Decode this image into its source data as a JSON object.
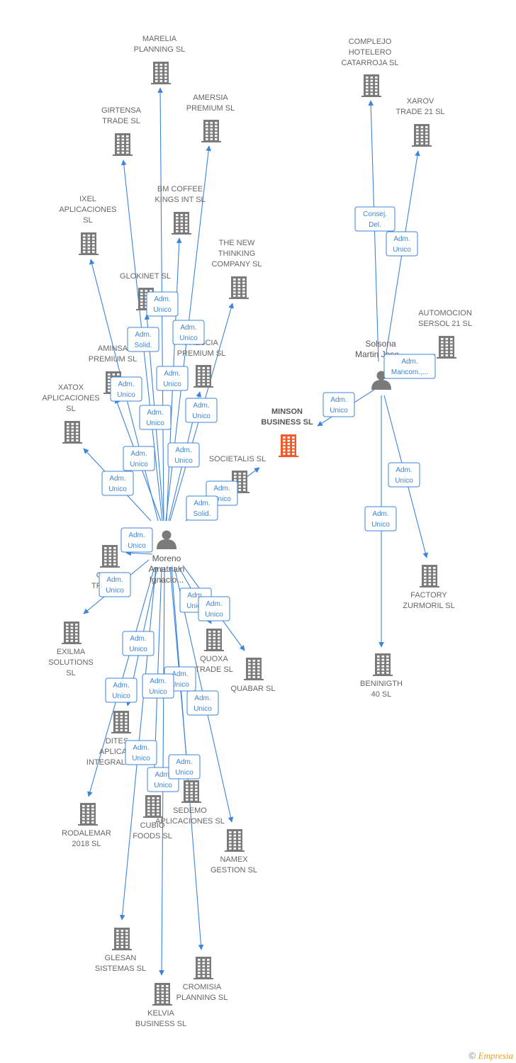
{
  "persons": [
    {
      "id": "moreno",
      "label": [
        "Moreno",
        "Amatriain",
        "Ignacio..."
      ]
    },
    {
      "id": "solsona",
      "label": [
        "Solsona",
        "Martin Jose..."
      ]
    }
  ],
  "companies": [
    {
      "id": "marelia",
      "label": [
        "MARELIA",
        "PLANNING SL"
      ]
    },
    {
      "id": "amersia",
      "label": [
        "AMERSIA",
        "PREMIUM SL"
      ]
    },
    {
      "id": "girtensa",
      "label": [
        "GIRTENSA",
        "TRADE SL"
      ]
    },
    {
      "id": "bmcoffee",
      "label": [
        "BM COFFEE",
        "KINGS INT SL"
      ]
    },
    {
      "id": "ixel",
      "label": [
        "IXEL",
        "APLICACIONES",
        "SL"
      ]
    },
    {
      "id": "thenew",
      "label": [
        "THE NEW",
        "THINKING",
        "COMPANY SL"
      ]
    },
    {
      "id": "glokinet",
      "label": [
        "GLOKINET SL"
      ]
    },
    {
      "id": "fresca",
      "label": [
        "FRESCIA",
        "PREMIUM SL"
      ]
    },
    {
      "id": "aminsa",
      "label": [
        "AMINSA",
        "PREMIUM SL"
      ]
    },
    {
      "id": "xatox",
      "label": [
        "XATOX",
        "APLICACIONES",
        "SL"
      ]
    },
    {
      "id": "societalis",
      "label": [
        "SOCIETALIS SL"
      ]
    },
    {
      "id": "minson",
      "label": [
        "MINSON",
        "BUSINESS SL"
      ],
      "focus": true
    },
    {
      "id": "complejo",
      "label": [
        "COMPLEJO",
        "HOTELERO",
        "CATARROJA SL"
      ]
    },
    {
      "id": "xarov",
      "label": [
        "XAROV",
        "TRADE 21 SL"
      ]
    },
    {
      "id": "automocion",
      "label": [
        "AUTOMOCION",
        "SERSOL 21 SL"
      ]
    },
    {
      "id": "factory",
      "label": [
        "FACTORY",
        "ZURMORIL SL"
      ]
    },
    {
      "id": "beninigth",
      "label": [
        "BENINIGTH",
        "40 SL"
      ]
    },
    {
      "id": "otra",
      "label": [
        "O",
        "TRA"
      ]
    },
    {
      "id": "exilma",
      "label": [
        "EXILMA",
        "SOLUTIONS",
        "SL"
      ]
    },
    {
      "id": "quoxa",
      "label": [
        "QUOXA",
        "TRADE SL"
      ]
    },
    {
      "id": "quabar",
      "label": [
        "QUABAR SL"
      ]
    },
    {
      "id": "ditesa",
      "label": [
        "DITES",
        "APLICACI",
        "INTEGRALES SL"
      ]
    },
    {
      "id": "rodalemar",
      "label": [
        "RODALEMAR",
        "2018 SL"
      ]
    },
    {
      "id": "cubio",
      "label": [
        "CUBIO",
        "FOODS SL"
      ]
    },
    {
      "id": "sedemo",
      "label": [
        "SEDEMO",
        "APLICACIONES SL"
      ]
    },
    {
      "id": "namex",
      "label": [
        "NAMEX",
        "GESTION SL"
      ]
    },
    {
      "id": "glesan",
      "label": [
        "GLESAN",
        "SISTEMAS SL"
      ]
    },
    {
      "id": "cromisia",
      "label": [
        "CROMISIA",
        "PLANNING SL"
      ]
    },
    {
      "id": "kelvia",
      "label": [
        "KELVIA",
        "BUSINESS SL"
      ]
    }
  ],
  "roles": [
    {
      "id": "r1",
      "lines": [
        "Adm.",
        "Unico"
      ]
    },
    {
      "id": "r2",
      "lines": [
        "Adm.",
        "Solid."
      ]
    },
    {
      "id": "r3",
      "lines": [
        "Adm.",
        "Unico"
      ]
    },
    {
      "id": "r4",
      "lines": [
        "Adm.",
        "Unico"
      ]
    },
    {
      "id": "r5",
      "lines": [
        "Adm.",
        "Unico"
      ]
    },
    {
      "id": "r6",
      "lines": [
        "Adm.",
        "Unico"
      ]
    },
    {
      "id": "r7",
      "lines": [
        "Adm.",
        "Unico"
      ]
    },
    {
      "id": "r8",
      "lines": [
        "Adm.",
        "Unico"
      ]
    },
    {
      "id": "r9",
      "lines": [
        "Adm.",
        "Unico"
      ]
    },
    {
      "id": "r10",
      "lines": [
        "Adm.",
        "Unico"
      ]
    },
    {
      "id": "r11",
      "lines": [
        "Adm.",
        "Unico"
      ]
    },
    {
      "id": "r12",
      "lines": [
        "Adm.",
        "Solid."
      ]
    },
    {
      "id": "r13",
      "lines": [
        "Adm.",
        "Unico"
      ]
    },
    {
      "id": "r14",
      "lines": [
        "Adm.",
        "Unico"
      ]
    },
    {
      "id": "r15",
      "lines": [
        "Consej.",
        "Del."
      ]
    },
    {
      "id": "r16",
      "lines": [
        "Adm.",
        "Unico"
      ]
    },
    {
      "id": "r17",
      "lines": [
        "Adm.",
        "Mancom.,..."
      ]
    },
    {
      "id": "r18",
      "lines": [
        "Adm.",
        "Unico"
      ]
    },
    {
      "id": "r19",
      "lines": [
        "Adm.",
        "Unico"
      ]
    },
    {
      "id": "r20",
      "lines": [
        "Adm.",
        "Unico"
      ]
    },
    {
      "id": "r21",
      "lines": [
        "Adm.",
        "Unico"
      ]
    },
    {
      "id": "r22",
      "lines": [
        "Adm.",
        "Unico"
      ]
    },
    {
      "id": "r23",
      "lines": [
        "Adm.",
        "Unico"
      ]
    },
    {
      "id": "r24",
      "lines": [
        "Adm.",
        "Unico"
      ]
    },
    {
      "id": "r25",
      "lines": [
        "Adm.",
        "Unico"
      ]
    },
    {
      "id": "r26",
      "lines": [
        "Adm.",
        "Unico"
      ]
    },
    {
      "id": "r27",
      "lines": [
        "Adm.",
        "Unico"
      ]
    },
    {
      "id": "r28",
      "lines": [
        "Adm.",
        "Unico"
      ]
    },
    {
      "id": "r29",
      "lines": [
        "Adm.",
        "Unico"
      ]
    },
    {
      "id": "r30",
      "lines": [
        "Adm.",
        "Unico"
      ]
    },
    {
      "id": "r31",
      "lines": [
        "Adm.",
        "Unico"
      ]
    }
  ],
  "footer": {
    "copyright": "©",
    "brand": "Empresia"
  },
  "colors": {
    "edge": "#3d85d8",
    "building": "#7a7a7a",
    "focus": "#ee5a2a"
  }
}
